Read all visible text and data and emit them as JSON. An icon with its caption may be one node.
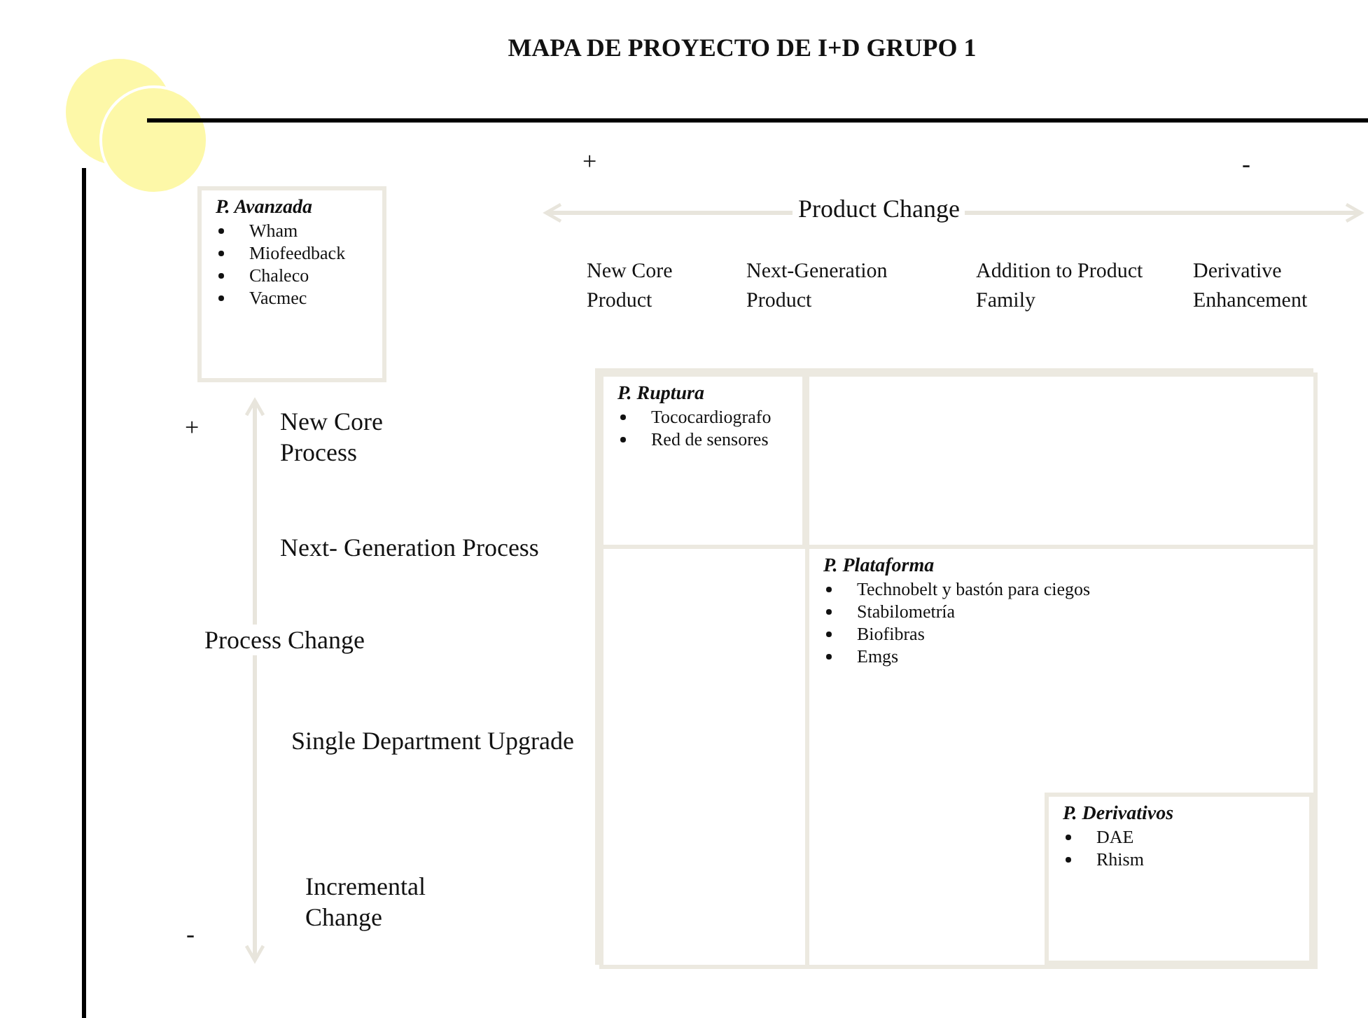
{
  "diagram": {
    "title": "MAPA DE PROYECTO DE I+D GRUPO 1",
    "nodes": [
      {
        "text": [
          "P. Avanzada",
          "Wham",
          "Miofeedback",
          "Chaleco",
          "Vacmec"
        ]
      },
      {
        "text": [],
        "shape": "box"
      },
      {
        "text": [
          "P. Ruptura",
          "Tococardiografo",
          "Red de sensores"
        ],
        "in": 1
      },
      {
        "text": [],
        "shape": "box",
        "in": 1
      },
      {
        "text": [],
        "shape": "box",
        "in": 1
      },
      {
        "text": [
          "P. Plataforma",
          "Technobelt y bastón para ciegos",
          "Stabilometría",
          "Biofibras",
          "Emgs"
        ],
        "in": 1
      },
      {
        "text": [
          "P. Derivativos",
          "DAE",
          "Rhism"
        ],
        "in": 5
      }
    ],
    "labels": [
      "+",
      "-",
      "Product Change",
      "New Core Product",
      "Next-Generation Product",
      "Addition to Product Family",
      "Derivative Enhancement",
      "+",
      "New Core Process",
      "Next- Generation Process",
      "Process Change",
      "Single Department Upgrade",
      "Incremental Change",
      "-"
    ]
  }
}
